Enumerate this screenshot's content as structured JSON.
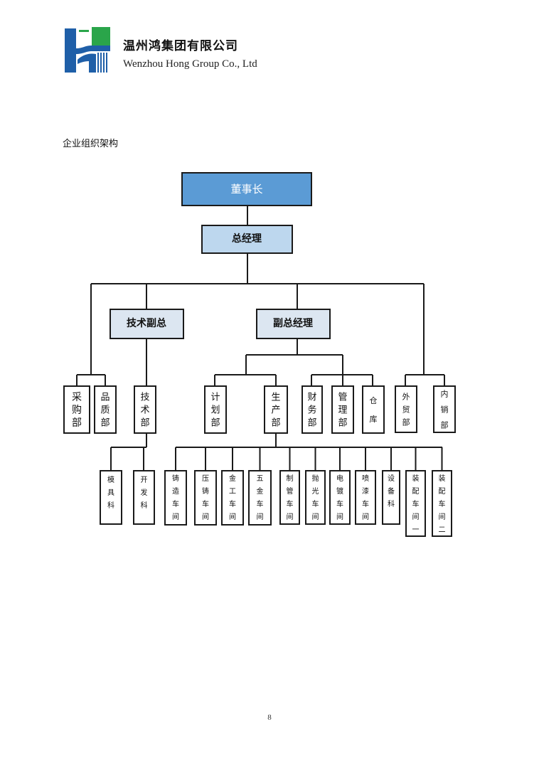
{
  "header": {
    "company_cn": "温州鸿集团有限公司",
    "company_en": "Wenzhou Hong Group Co., Ltd",
    "logo_colors": {
      "blue": "#1f5fa8",
      "green": "#2aa54a"
    }
  },
  "section_title": "企业组织架构",
  "org_chart": {
    "colors": {
      "chairman": "#5b9bd5",
      "manager": "#bdd7ee",
      "vice": "#dce6f1",
      "dept": "#ffffff",
      "border": "#1a1a1a",
      "line": "#1a1a1a"
    },
    "chairman": "董事长",
    "general_manager": "总经理",
    "vice_tech": "技术副总",
    "vice_general": "副总经理",
    "departments": {
      "purchasing": "采购部",
      "quality": "品质部",
      "technology": "技术部",
      "planning": "计划部",
      "production": "生产部",
      "finance": "财务部",
      "management": "管理部",
      "warehouse": "仓库",
      "foreign_trade": "外贸部",
      "domestic_sales": "内销部"
    },
    "tech_sections": [
      "模具科",
      "开发科"
    ],
    "workshops": [
      "铸造车间",
      "压铸车间",
      "金工车间",
      "五金车间",
      "制管车间",
      "抛光车间",
      "电镀车间",
      "喷漆车间",
      "设备科",
      "装配车间一",
      "装配车间二"
    ]
  },
  "page_number": "8"
}
